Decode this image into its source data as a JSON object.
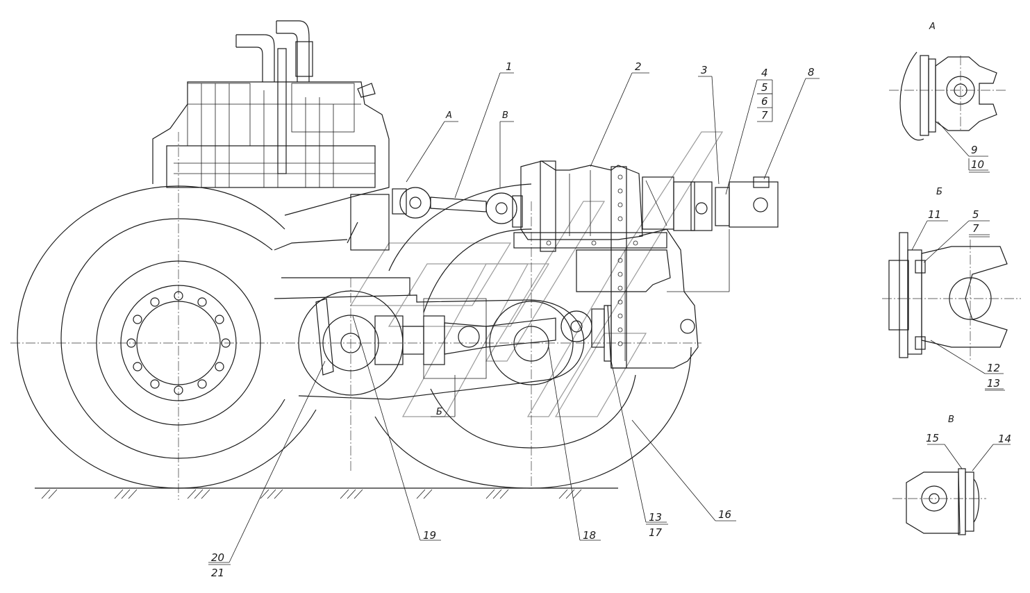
{
  "drawing": {
    "callouts": [
      "1",
      "2",
      "3",
      "4",
      "5",
      "6",
      "7",
      "8",
      "9",
      "10",
      "11",
      "5",
      "7",
      "12",
      "13",
      "14",
      "15",
      "16",
      "13",
      "17",
      "18",
      "19",
      "20",
      "21"
    ],
    "view_refs": {
      "main_a": "A",
      "main_v": "В",
      "main_b": "Б",
      "detail_a": "А",
      "detail_b": "Б",
      "detail_v": "В"
    }
  }
}
